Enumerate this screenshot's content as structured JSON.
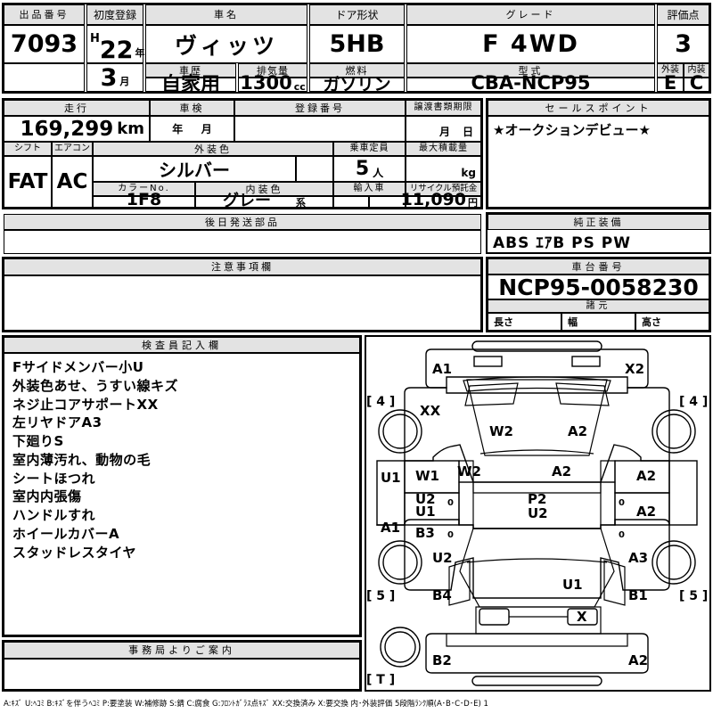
{
  "header_row1": {
    "lot_no_label": "出品番号",
    "lot_no": "7093",
    "first_reg_label": "初度登録",
    "first_reg_era": "H",
    "first_reg_year": "22",
    "first_reg_year_unit": "年",
    "first_reg_month": "3",
    "first_reg_month_unit": "月",
    "car_name_label": "車名",
    "car_name": "ヴィッツ",
    "door_label": "ドア形状",
    "door": "5HB",
    "grade_label": "グレード",
    "grade": "F 4WD",
    "score_label": "評価点",
    "score": "3"
  },
  "header_row2": {
    "history_label": "車歴",
    "history": "自家用",
    "displacement_label": "排気量",
    "displacement": "1300",
    "displacement_unit": "cc",
    "fuel_label": "燃料",
    "fuel": "ガソリン",
    "model_code_label": "型式",
    "model_code": "CBA-NCP95",
    "exterior_grade_label": "外装",
    "exterior_grade": "E",
    "interior_grade_label": "内装",
    "interior_grade": "C"
  },
  "mileage_row": {
    "mileage_label": "走行",
    "mileage": "169,299",
    "mileage_unit": "km",
    "shaken_label": "車検",
    "shaken_year_unit": "年",
    "shaken_month_unit": "月",
    "shaken_year": "",
    "shaken_month": "",
    "reg_no_label": "登録番号",
    "reg_no": "",
    "transfer_doc_label": "譲渡書類期限",
    "transfer_month_unit": "月",
    "transfer_day_unit": "日",
    "transfer_month": "",
    "transfer_day": ""
  },
  "spec_block": {
    "shift_label": "シフト",
    "shift": "FAT",
    "ac_label": "エアコン",
    "ac": "AC",
    "exterior_color_label": "外装色",
    "exterior_color": "シルバー",
    "color_no_label": "カラーNo.",
    "color_no": "1F8",
    "interior_color_label": "内装色",
    "interior_color": "グレー",
    "interior_color_suffix": "系",
    "capacity_label": "乗車定員",
    "capacity": "5",
    "capacity_unit": "人",
    "max_load_label": "最大積載量",
    "max_load": "",
    "max_load_unit": "kg",
    "import_label": "輸入車",
    "import": "",
    "recycle_label": "リサイクル預託金",
    "recycle": "11,090",
    "recycle_unit": "円"
  },
  "later_parts": {
    "label": "後日発送部品",
    "value": ""
  },
  "caution": {
    "label": "注意事項欄",
    "value": ""
  },
  "sales_point": {
    "label": "セールスポイント",
    "text": "★オークションデビュー★"
  },
  "equipment": {
    "label": "純正装備",
    "text": "ABS ｴｱB PS PW"
  },
  "chassis": {
    "label": "車台番号",
    "number": "NCP95-0058230",
    "dimensions_label": "諸元",
    "length_label": "長さ",
    "width_label": "幅",
    "height_label": "高さ",
    "length": "",
    "width": "",
    "height": ""
  },
  "inspector": {
    "label": "検査員記入欄",
    "lines": [
      "Fサイドメンバー小U",
      "外装色あせ、うすい線キズ",
      "ネジ止コアサポートXX",
      "左リヤドアA3",
      "下廻りS",
      "室内薄汚れ、動物の毛",
      "シートほつれ",
      "室内内張傷",
      "ハンドルすれ",
      "ホイールカバーA",
      "スタッドレスタイヤ"
    ]
  },
  "office_notice": {
    "label": "事務局よりご案内",
    "value": ""
  },
  "diagram": {
    "tire_front_left": "[ 4 ]",
    "tire_front_right": "[ 4 ]",
    "tire_rear_left": "[ 5 ]",
    "tire_rear_right": "[ 5 ]",
    "spare_tire": "[ T ]",
    "marks": {
      "front_bumper_left": "A1",
      "front_bumper_right": "X2",
      "core_support": "XX",
      "hood_left": "W2",
      "hood_right": "A2",
      "fender_left": "W2",
      "fender_right": "A2",
      "front_door_left_outer": "U1",
      "front_door_left_w1": "W1",
      "front_door_left_u2": "U2",
      "front_door_left_zero": "0",
      "roof": "P2",
      "front_door_right": "A2",
      "front_door_right_zero": "0",
      "rear_door_left_u1": "U1",
      "rear_door_left_b3": "B3",
      "rear_door_left_zero": "0",
      "rear_door_left_outer": "A1",
      "roof_rear": "U2",
      "rear_door_right": "A2",
      "rear_door_right_zero": "0",
      "quarter_left_u2": "U2",
      "quarter_right_a3": "A3",
      "trunk": "U1",
      "quarter_left_b4": "B4",
      "quarter_right_b1": "B1",
      "rear_glass_x": "X",
      "rear_bumper_left": "B2",
      "rear_bumper_right": "A2"
    }
  },
  "legend": {
    "text": "A:ｷｽﾞ  U:ﾍｺﾐ  B:ｷｽﾞを伴うﾍｺﾐ  P:要塗装  W:補修跡  S:錆  C:腐食  G:ﾌﾛﾝﾄｶﾞﾗｽ点ｷｽﾞ  XX:交換済み  X:要交換   内･外装評価  5段階ﾗﾝｸ順(A･B･C･D･E) 1"
  }
}
